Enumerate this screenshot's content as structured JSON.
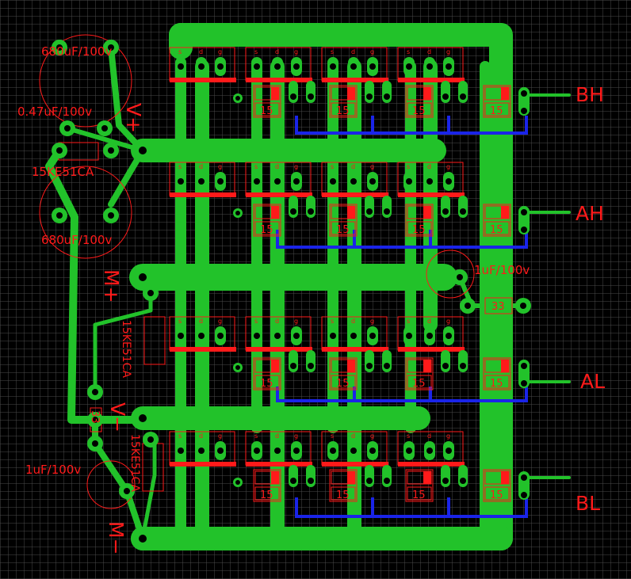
{
  "colors": {
    "background": "#000000",
    "grid": "#4a4a4a",
    "copper_top": "#22c22a",
    "copper_bottom": "#1a24e8",
    "silkscreen": "#ff1a1a",
    "pad_hole": "#000000"
  },
  "labels": {
    "outputs": {
      "bh": "BH",
      "ah": "AH",
      "al": "AL",
      "bl": "BL"
    },
    "rails": {
      "v_plus": "V+",
      "m_plus": "M+",
      "v_minus": "V−",
      "m_minus": "M−"
    },
    "components": {
      "cap_top": "680uF/100v",
      "cap_bottom": "680uF/100v",
      "cap_small": "0.47uF/100v",
      "tvs_main": "15KE51CA",
      "tvs_left_1": "15KE51CA",
      "tvs_left_2": "15KE51CA",
      "cap_1uf_right": "1uF/100v",
      "cap_1uf_left": "1uF/100v",
      "res_33_right": "33",
      "res_33_left": "33",
      "res_15": "15",
      "pin_s": "s",
      "pin_d": "d",
      "pin_g": "g"
    }
  }
}
